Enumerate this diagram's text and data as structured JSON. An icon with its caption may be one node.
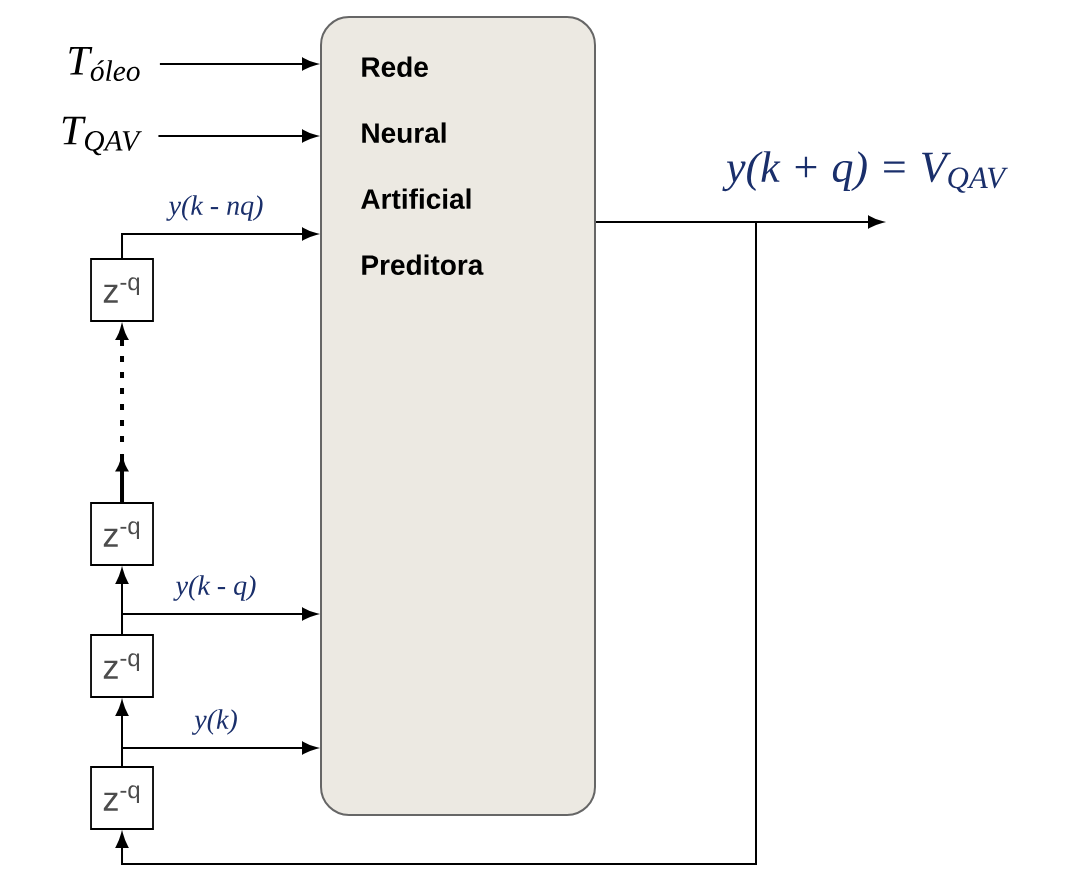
{
  "diagram": {
    "nodes": [
      {
        "text": [
          "T$_{óleo}$"
        ]
      },
      {
        "text": [
          "T$_{QAV}$"
        ]
      },
      {
        "text": [
          "Rede Neural Artificial Preditora"
        ]
      },
      {
        "text": [
          "z$^{-q}$"
        ]
      },
      {
        "text": [
          "z$^{-q}$"
        ]
      },
      {
        "text": [
          "z$^{-q}$"
        ]
      },
      {
        "text": [
          "z$^{-q}$"
        ]
      }
    ],
    "edges": [
      {
        "from": 0,
        "to": 2,
        "arrow": "to"
      },
      {
        "from": 1,
        "to": 2,
        "arrow": "to"
      },
      {
        "from": 3,
        "to": 2,
        "arrow": "to",
        "label": "y(k - nq)"
      },
      {
        "from": 4,
        "to": 3,
        "arrow": "to",
        "style": "dashed"
      },
      {
        "from": 5,
        "to": 4,
        "arrow": "to"
      },
      {
        "from": 5,
        "to": 2,
        "arrow": "to",
        "label": "y(k - q)"
      },
      {
        "from": 6,
        "to": 5,
        "arrow": "to"
      },
      {
        "from": 6,
        "to": 2,
        "arrow": "to",
        "label": "y(k)"
      },
      {
        "from": 2,
        "to": null,
        "arrow": "to",
        "label": "y(k + q) = V$_{QAV}$"
      },
      {
        "from": 2,
        "to": 6,
        "arrow": "to"
      }
    ]
  }
}
